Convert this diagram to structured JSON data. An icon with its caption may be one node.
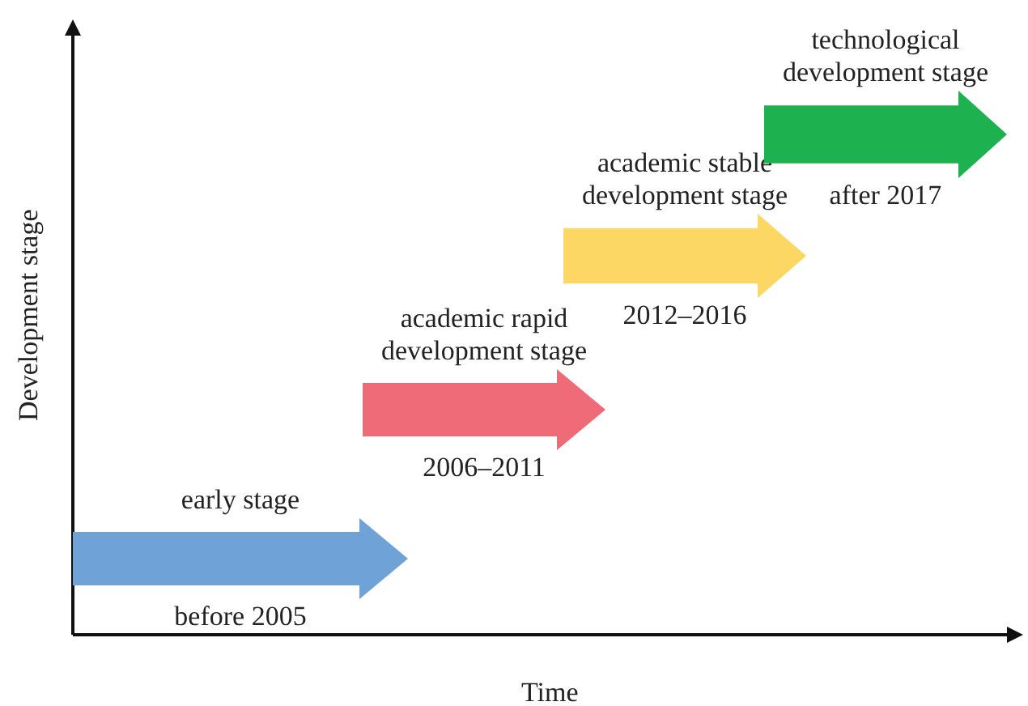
{
  "diagram": {
    "nodes": [
      {
        "text": [],
        "shape": "arrow",
        "beside": [
          "early stage",
          "before 2005"
        ]
      },
      {
        "text": [],
        "shape": "arrow",
        "beside": [
          "academic rapid development stage",
          "2006–2011"
        ]
      },
      {
        "text": [],
        "shape": "arrow",
        "beside": [
          "academic stable development stage",
          "2012–2016"
        ]
      },
      {
        "text": [],
        "shape": "arrow",
        "beside": [
          "technological development stage",
          "after 2017"
        ]
      }
    ],
    "labels": [
      "Development stage",
      "Time"
    ]
  }
}
